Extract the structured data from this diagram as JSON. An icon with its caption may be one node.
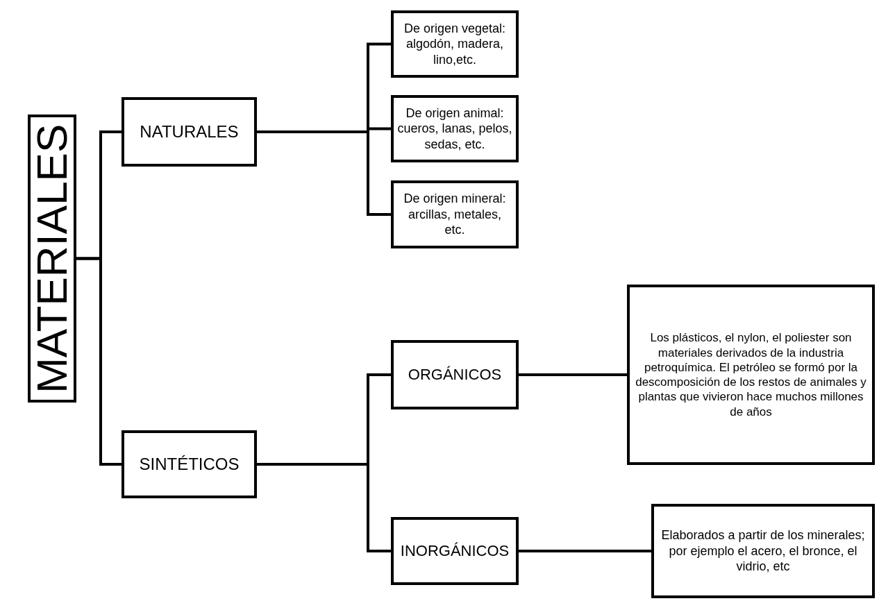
{
  "diagram": {
    "nodes": [
      {
        "text": [
          "MATERIALES"
        ]
      },
      {
        "text": [
          "NATURALES"
        ]
      },
      {
        "text": [
          "De origen vegetal: algodón, madera, lino,etc."
        ]
      },
      {
        "text": [
          "De origen animal: cueros, lanas, pelos, sedas, etc."
        ]
      },
      {
        "text": [
          "De origen mineral: arcillas, metales, etc."
        ]
      },
      {
        "text": [
          "SINTÉTICOS"
        ]
      },
      {
        "text": [
          "ORGÁNICOS"
        ]
      },
      {
        "text": [
          "Los plásticos, el nylon, el poliester son materiales derivados de la industria petroquímica. El petróleo se formó por la descomposición de los restos de animales y plantas que vivieron hace muchos millones de años"
        ]
      },
      {
        "text": [
          "INORGÁNICOS"
        ]
      },
      {
        "text": [
          "Elaborados a partir de los minerales; por ejemplo el acero, el bronce, el vidrio, etc"
        ]
      }
    ],
    "edges": [
      {
        "from": 0,
        "to": 1,
        "arrow": "none"
      },
      {
        "from": 0,
        "to": 5,
        "arrow": "none"
      },
      {
        "from": 1,
        "to": 2,
        "arrow": "none"
      },
      {
        "from": 1,
        "to": 3,
        "arrow": "none"
      },
      {
        "from": 1,
        "to": 4,
        "arrow": "none"
      },
      {
        "from": 5,
        "to": 6,
        "arrow": "none"
      },
      {
        "from": 5,
        "to": 8,
        "arrow": "none"
      },
      {
        "from": 6,
        "to": 7,
        "arrow": "none"
      },
      {
        "from": 8,
        "to": 9,
        "arrow": "none"
      }
    ]
  }
}
